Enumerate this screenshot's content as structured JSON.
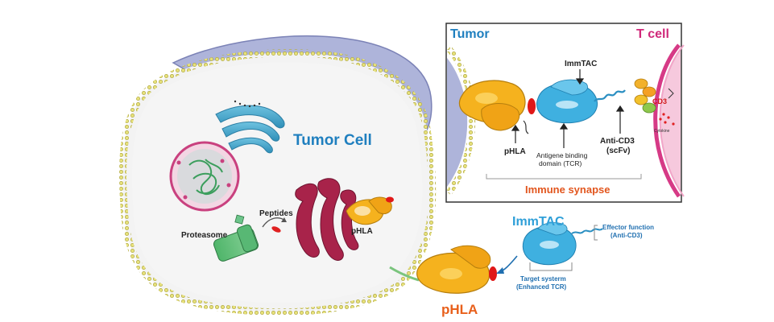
{
  "main": {
    "title": "Tumor Cell",
    "proteasome": "Proteasome",
    "peptides": "Peptides",
    "phla_small": "pHLA",
    "phla_big": "pHLA"
  },
  "inset": {
    "tumor": "Tumor",
    "tcell": "T cell",
    "immtac": "ImmTAC",
    "phla": "pHLA",
    "cd3": "CD3",
    "cytokine": "Cytokine",
    "antigene_line1": "Antigene binding",
    "antigene_line2": "domain (TCR)",
    "anticd3_line1": "Anti-CD3",
    "anticd3_line2": "(scFv)",
    "synapse": "Immune synapse"
  },
  "molecule": {
    "immtac": "ImmTAC",
    "effector_line1": "Effector function",
    "effector_line2": "(Anti-CD3)",
    "target_line1": "Target systerm",
    "target_line2": "(Enhanced TCR)"
  },
  "colors": {
    "tumor_blue": "#1f7fbf",
    "tcell_pink": "#d0287a",
    "synapse_orange": "#e2561e",
    "phla_orange": "#e8601c",
    "immtac_blue": "#2f9fd8"
  }
}
